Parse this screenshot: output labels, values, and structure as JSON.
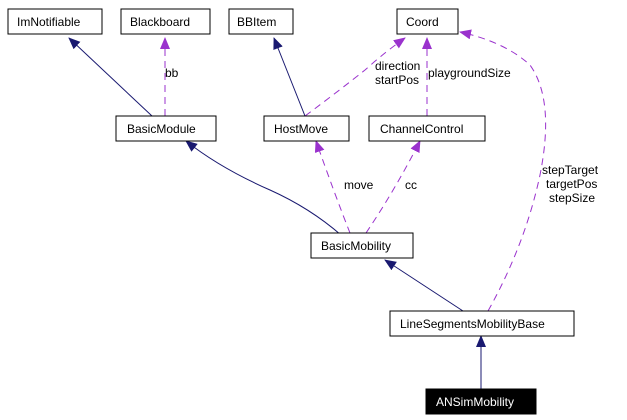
{
  "colors": {
    "inheritance_edge": "#191970",
    "usage_edge": "#9a32cd",
    "highlight_fill": "#000000",
    "highlight_text": "#ffffff"
  },
  "nodes": {
    "imnotifiable": "ImNotifiable",
    "blackboard": "Blackboard",
    "bbitem": "BBItem",
    "coord": "Coord",
    "basicmodule": "BasicModule",
    "hostmove": "HostMove",
    "channelcontrol": "ChannelControl",
    "basicmobility": "BasicMobility",
    "linesegments": "LineSegmentsMobilityBase",
    "ansim": "ANSimMobility"
  },
  "edge_labels": {
    "bb": "bb",
    "direction": "direction",
    "startpos": "startPos",
    "playgroundsize": "playgroundSize",
    "move": "move",
    "cc": "cc",
    "steptarget": "stepTarget",
    "targetpos": "targetPos",
    "stepsize": "stepSize"
  }
}
